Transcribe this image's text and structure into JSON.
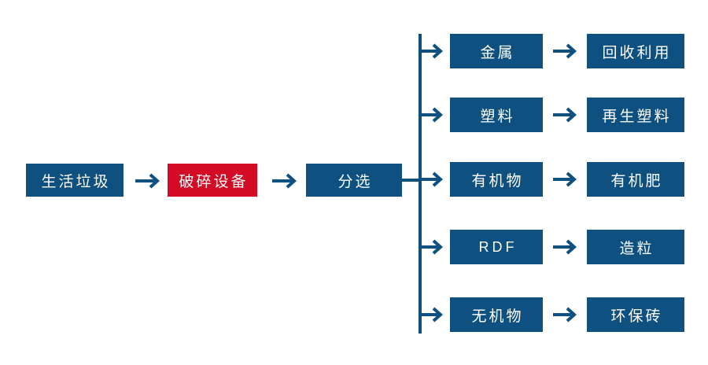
{
  "diagram": {
    "title": "",
    "colors": {
      "primary": "#0e5080",
      "accent": "#d40b25",
      "background": "#ffffff",
      "node_text": "#ffffff"
    },
    "main_chain": [
      {
        "id": "node-household-waste",
        "label": "生活垃圾",
        "style": "primary"
      },
      {
        "id": "node-crushing-equipment",
        "label": "破碎设备",
        "style": "accent"
      },
      {
        "id": "node-sorting",
        "label": "分选",
        "style": "primary"
      }
    ],
    "branches": [
      {
        "id": "branch-metal",
        "material": {
          "id": "node-metal",
          "label": "金属"
        },
        "product": {
          "id": "node-recycling-reuse",
          "label": "回收利用"
        }
      },
      {
        "id": "branch-plastic",
        "material": {
          "id": "node-plastic",
          "label": "塑料"
        },
        "product": {
          "id": "node-regenerated-plastic",
          "label": "再生塑料"
        }
      },
      {
        "id": "branch-organic",
        "material": {
          "id": "node-organic-matter",
          "label": "有机物"
        },
        "product": {
          "id": "node-organic-fertilizer",
          "label": "有机肥"
        }
      },
      {
        "id": "branch-rdf",
        "material": {
          "id": "node-rdf",
          "label": "RDF",
          "script": "latin"
        },
        "product": {
          "id": "node-granulation",
          "label": "造粒"
        }
      },
      {
        "id": "branch-inorganic",
        "material": {
          "id": "node-inorganic-matter",
          "label": "无机物"
        },
        "product": {
          "id": "node-eco-brick",
          "label": "环保砖"
        }
      }
    ],
    "connectors": {
      "chain_arrow_icon": "arrow-right-icon",
      "branch_arrow_icon": "arrow-right-icon",
      "bus_icon": "vertical-bus-line"
    }
  }
}
